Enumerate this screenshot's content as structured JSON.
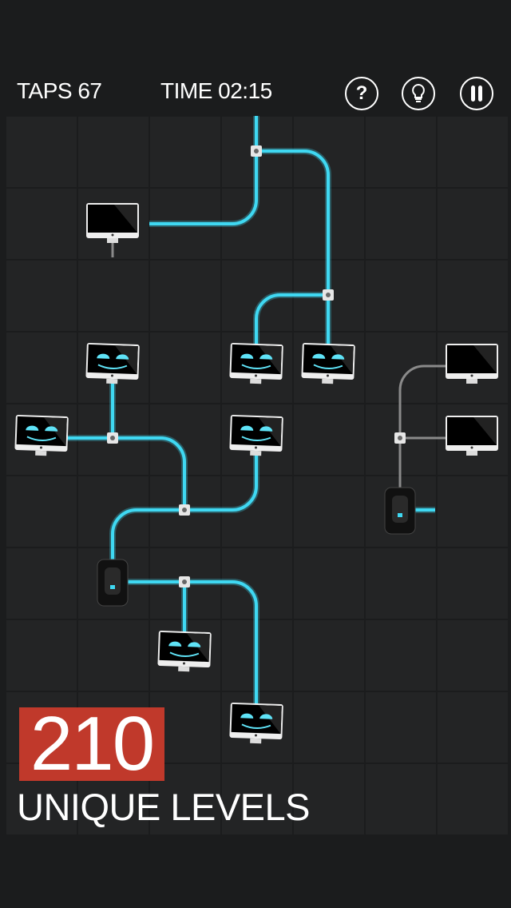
{
  "hud": {
    "taps_label": "TAPS 67",
    "time_label": "TIME 02:15"
  },
  "buttons": {
    "help": "?",
    "hint": "hint",
    "pause": "pause"
  },
  "promo": {
    "count": "210",
    "caption": "UNIQUE LEVELS"
  },
  "colors": {
    "active_pipe": "#3fd8f2",
    "inactive_pipe": "#8a8a8a",
    "banner": "#c0392b"
  }
}
